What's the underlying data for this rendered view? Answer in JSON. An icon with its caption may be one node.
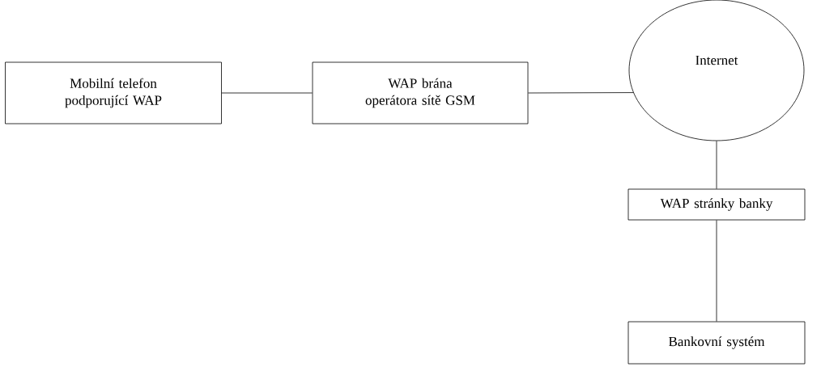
{
  "diagram": {
    "nodes": [
      {
        "text": [
          "Mobilní telefon podporující WAP"
        ]
      },
      {
        "text": [
          "WAP brána operátora sítě GSM"
        ]
      },
      {
        "text": [
          "Internet"
        ]
      },
      {
        "text": [
          "WAP stránky banky"
        ]
      },
      {
        "text": [
          "Bankovní systém"
        ]
      }
    ],
    "edges": [
      {
        "from": 0,
        "to": 1,
        "arrow": "none"
      },
      {
        "from": 1,
        "to": 2,
        "arrow": "none"
      },
      {
        "from": 2,
        "to": 3,
        "arrow": "none"
      },
      {
        "from": 3,
        "to": 4,
        "arrow": "none"
      }
    ]
  }
}
